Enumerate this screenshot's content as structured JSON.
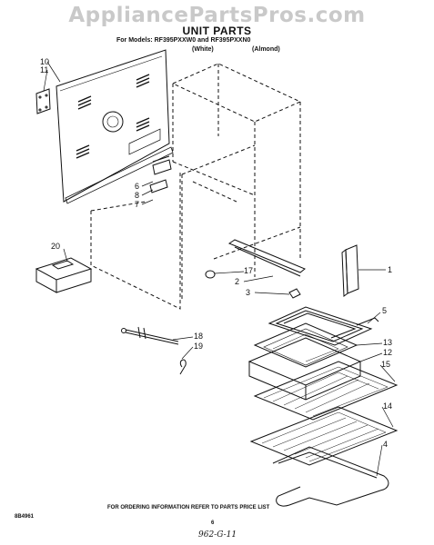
{
  "header": {
    "watermark": "AppliancePartsPros.com",
    "title": "UNIT PARTS",
    "models_line": "For Models: RF395PXXW0 and RF395PXXN0",
    "variant_white": "(White)",
    "variant_almond": "(Almond)"
  },
  "callouts": [
    "1",
    "2",
    "3",
    "4",
    "5",
    "6",
    "7",
    "8",
    "10",
    "11",
    "12",
    "13",
    "14",
    "15",
    "17",
    "18",
    "19",
    "20"
  ],
  "footer": {
    "order_info": "FOR ORDERING INFORMATION REFER TO PARTS PRICE LIST",
    "code_left": "8B4961",
    "page_number": "6",
    "handwritten": "962-G-11"
  }
}
